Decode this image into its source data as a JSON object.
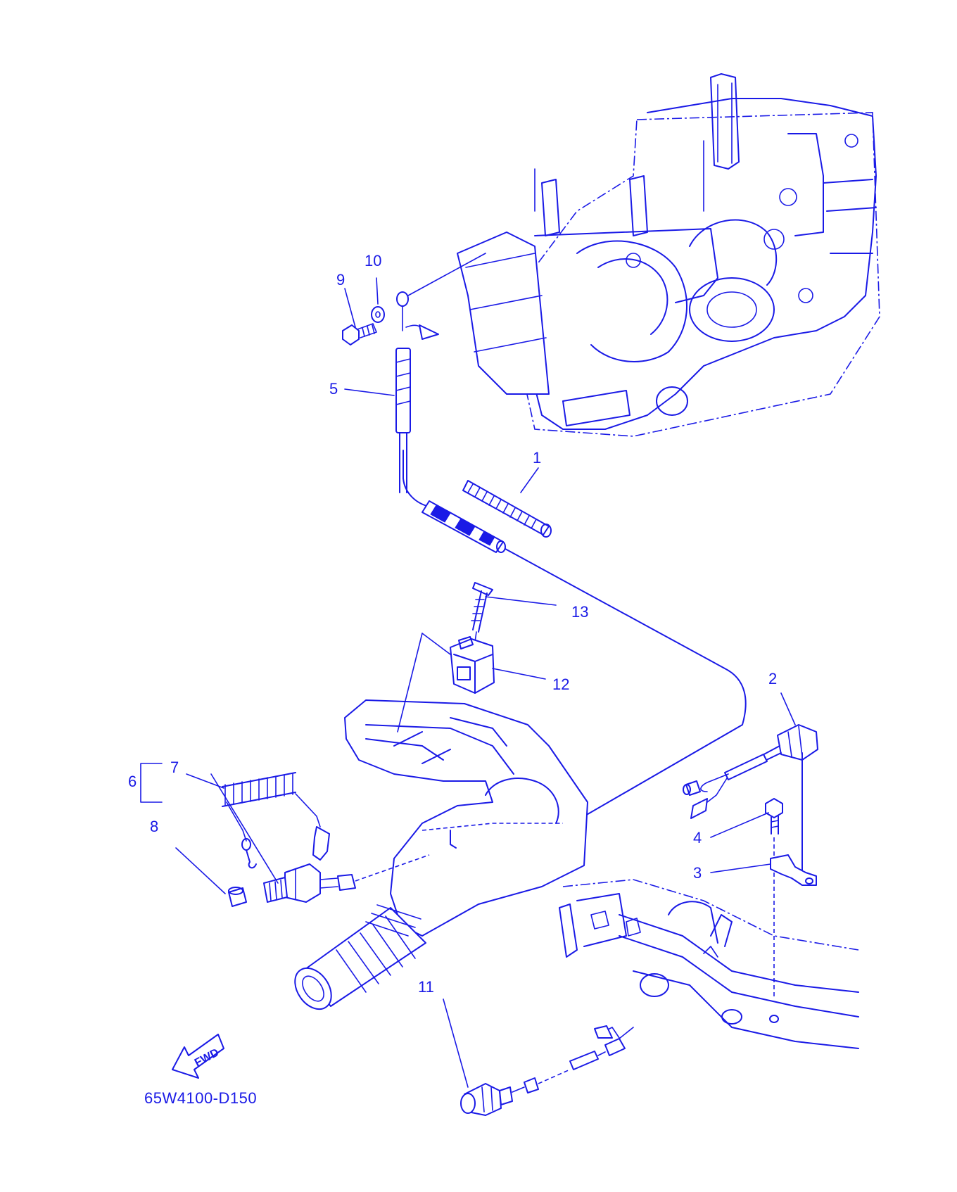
{
  "colors": {
    "line": "#1a1ae6",
    "background": "#ffffff"
  },
  "callouts": [
    {
      "id": "1",
      "text": "1"
    },
    {
      "id": "2",
      "text": "2"
    },
    {
      "id": "3",
      "text": "3"
    },
    {
      "id": "4",
      "text": "4"
    },
    {
      "id": "5",
      "text": "5"
    },
    {
      "id": "6",
      "text": "6"
    },
    {
      "id": "7",
      "text": "7"
    },
    {
      "id": "8",
      "text": "8"
    },
    {
      "id": "9",
      "text": "9"
    },
    {
      "id": "10",
      "text": "10"
    },
    {
      "id": "11",
      "text": "11"
    },
    {
      "id": "12",
      "text": "12"
    },
    {
      "id": "13",
      "text": "13"
    }
  ],
  "fwd_arrow": {
    "text": "FWD"
  },
  "diagram_code": "65W4100-D150"
}
